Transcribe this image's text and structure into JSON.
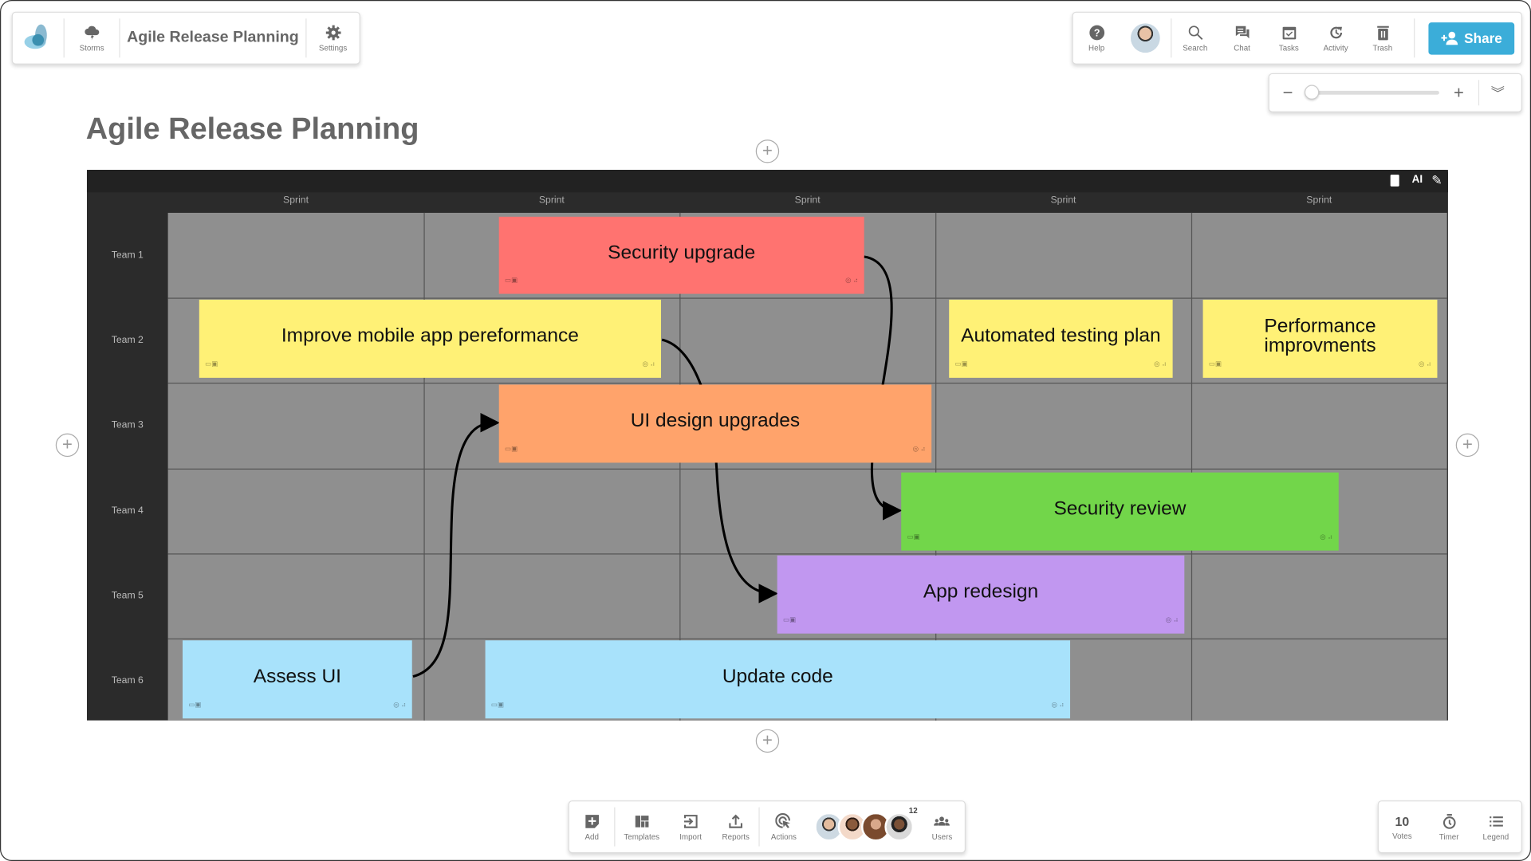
{
  "topbar": {
    "storms": "Storms",
    "board_title": "Agile Release Planning",
    "settings": "Settings"
  },
  "rightbar": {
    "help": "Help",
    "search": "Search",
    "chat": "Chat",
    "tasks": "Tasks",
    "activity": "Activity",
    "trash": "Trash",
    "share": "Share"
  },
  "zoom": {
    "minus": "−",
    "plus": "+",
    "level": 0.02
  },
  "page_title": "Agile Release Planning",
  "board": {
    "columns": [
      "Sprint",
      "Sprint",
      "Sprint",
      "Sprint",
      "Sprint"
    ],
    "rows": [
      "Team 1",
      "Team 2",
      "Team 3",
      "Team 4",
      "Team 5",
      "Team 6"
    ],
    "notes": [
      {
        "text": "Security upgrade",
        "color": "#ff7370"
      },
      {
        "text": "Improve mobile app pereformance",
        "color": "#fff176"
      },
      {
        "text": "Automated testing plan",
        "color": "#fff176"
      },
      {
        "text": "Performance improvments",
        "color": "#fff176"
      },
      {
        "text": "UI design upgrades",
        "color": "#ffa36b"
      },
      {
        "text": "Security review",
        "color": "#72d64a"
      },
      {
        "text": "App redesign",
        "color": "#c197f0"
      },
      {
        "text": "Assess UI",
        "color": "#a8e2fb"
      },
      {
        "text": "Update code",
        "color": "#a8e2fb"
      }
    ]
  },
  "bottombar": {
    "add": "Add",
    "templates": "Templates",
    "import": "Import",
    "reports": "Reports",
    "actions": "Actions",
    "user_count": "12",
    "users": "Users"
  },
  "corner": {
    "votes_count": "10",
    "votes": "Votes",
    "timer": "Timer",
    "legend": "Legend"
  },
  "colors": {
    "accent": "#3badd9"
  }
}
